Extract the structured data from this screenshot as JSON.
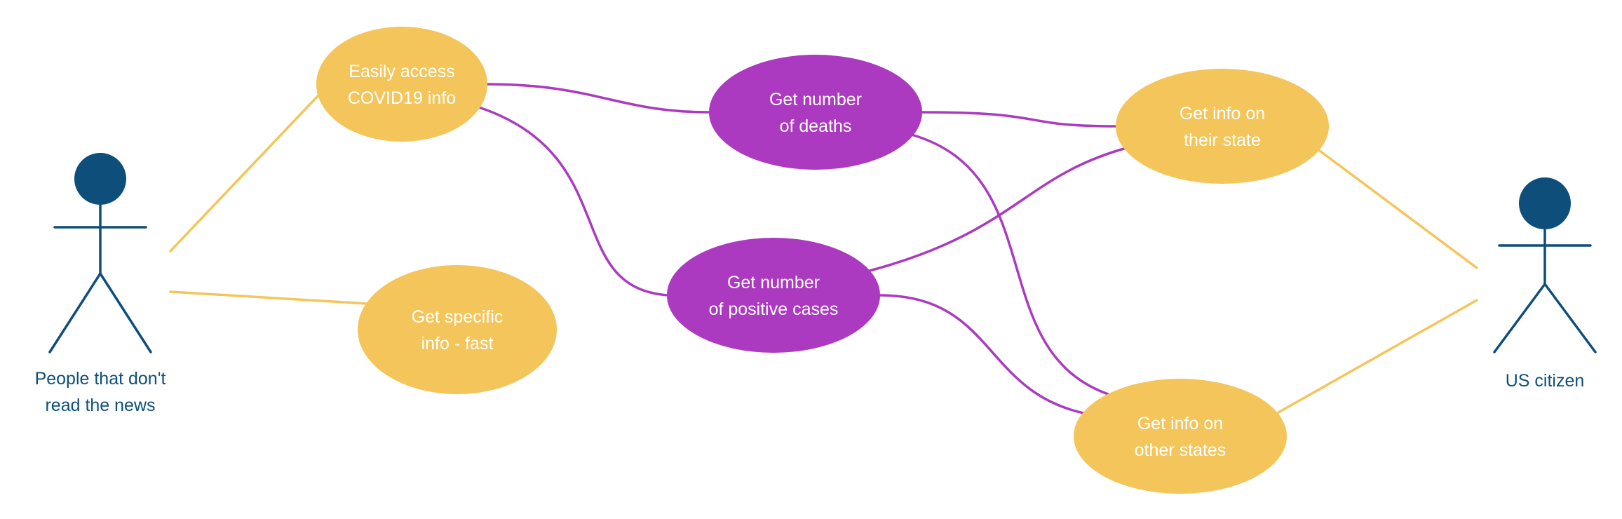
{
  "colors": {
    "use_case_yellow": "#f4c55a",
    "use_case_purple": "#ab3ac0",
    "association_line": "#f4c55a",
    "include_line": "#ab3ac0",
    "actor": "#0d4f7a",
    "label_text": "#ffffff"
  },
  "actors": [
    {
      "id": "people-news",
      "lines": [
        "People that don't",
        "read the news"
      ]
    },
    {
      "id": "us-citizen",
      "lines": [
        "US citizen"
      ]
    }
  ],
  "use_cases": [
    {
      "id": "easily-access",
      "lines": [
        "Easily access",
        "COVID19 info"
      ],
      "color": "yellow"
    },
    {
      "id": "get-specific",
      "lines": [
        "Get specific",
        "info - fast"
      ],
      "color": "yellow"
    },
    {
      "id": "get-deaths",
      "lines": [
        "Get number",
        "of deaths"
      ],
      "color": "purple"
    },
    {
      "id": "get-positive",
      "lines": [
        "Get number",
        "of positive cases"
      ],
      "color": "purple"
    },
    {
      "id": "their-state",
      "lines": [
        "Get info on",
        "their state"
      ],
      "color": "yellow"
    },
    {
      "id": "other-states",
      "lines": [
        "Get info on",
        "other states"
      ],
      "color": "yellow"
    }
  ],
  "edges": [
    {
      "from": "people-news",
      "to": "easily-access",
      "kind": "association"
    },
    {
      "from": "people-news",
      "to": "get-specific",
      "kind": "association"
    },
    {
      "from": "us-citizen",
      "to": "their-state",
      "kind": "association"
    },
    {
      "from": "us-citizen",
      "to": "other-states",
      "kind": "association"
    },
    {
      "from": "easily-access",
      "to": "get-deaths",
      "kind": "link"
    },
    {
      "from": "easily-access",
      "to": "get-positive",
      "kind": "link"
    },
    {
      "from": "get-deaths",
      "to": "their-state",
      "kind": "link"
    },
    {
      "from": "get-deaths",
      "to": "other-states",
      "kind": "link"
    },
    {
      "from": "get-positive",
      "to": "their-state",
      "kind": "link"
    },
    {
      "from": "get-positive",
      "to": "other-states",
      "kind": "link"
    }
  ]
}
